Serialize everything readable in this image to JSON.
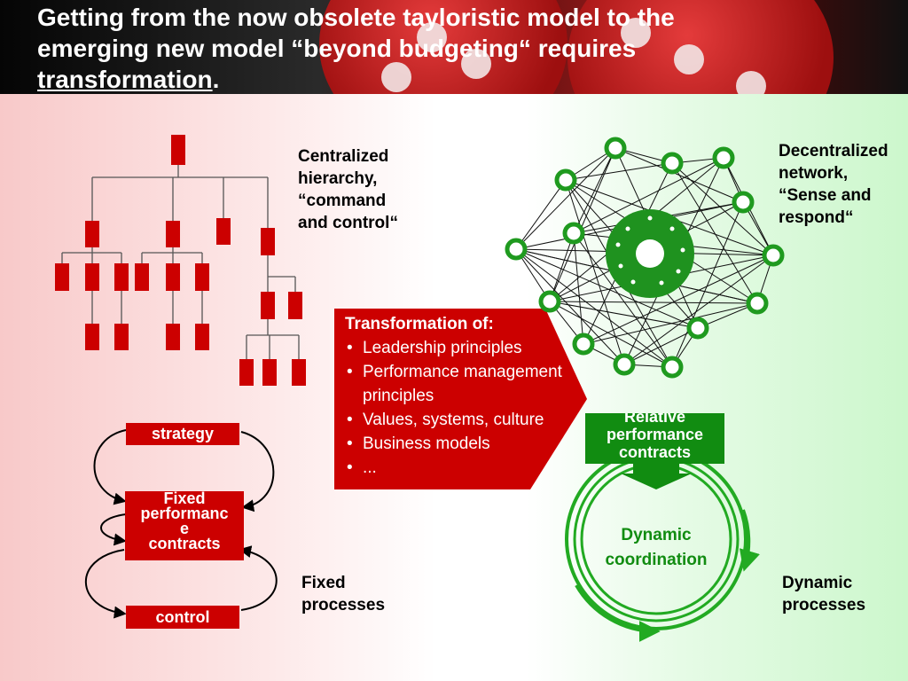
{
  "title": {
    "line1": "Getting from the now obsolete tayloristic model to the",
    "line2": "emerging new model “beyond budgeting“ requires",
    "line3": "transformation",
    "line3_end": "."
  },
  "left": {
    "hierarchy_label": [
      "Centralized",
      "hierarchy,",
      "“command",
      "and control“"
    ],
    "strategy": "strategy",
    "fixed_contracts": [
      "Fixed",
      "performanc",
      "e",
      "contracts"
    ],
    "control": "control",
    "processes_label": [
      "Fixed",
      "processes"
    ]
  },
  "right": {
    "network_label": [
      "Decentralized",
      "network,",
      "“Sense and",
      "respond“"
    ],
    "relative_contracts": [
      "Relative",
      "performance",
      "contracts"
    ],
    "dynamic_coordination": [
      "Dynamic",
      "coordination"
    ],
    "processes_label": [
      "Dynamic",
      "processes"
    ]
  },
  "transformation": {
    "heading": "Transformation of:",
    "items": [
      "Leadership principles",
      "Performance management principles",
      "Values, systems, culture",
      "Business models",
      "..."
    ]
  },
  "colors": {
    "red": "#cc0000",
    "green": "#118c11",
    "ring_green": "#22aa22"
  }
}
